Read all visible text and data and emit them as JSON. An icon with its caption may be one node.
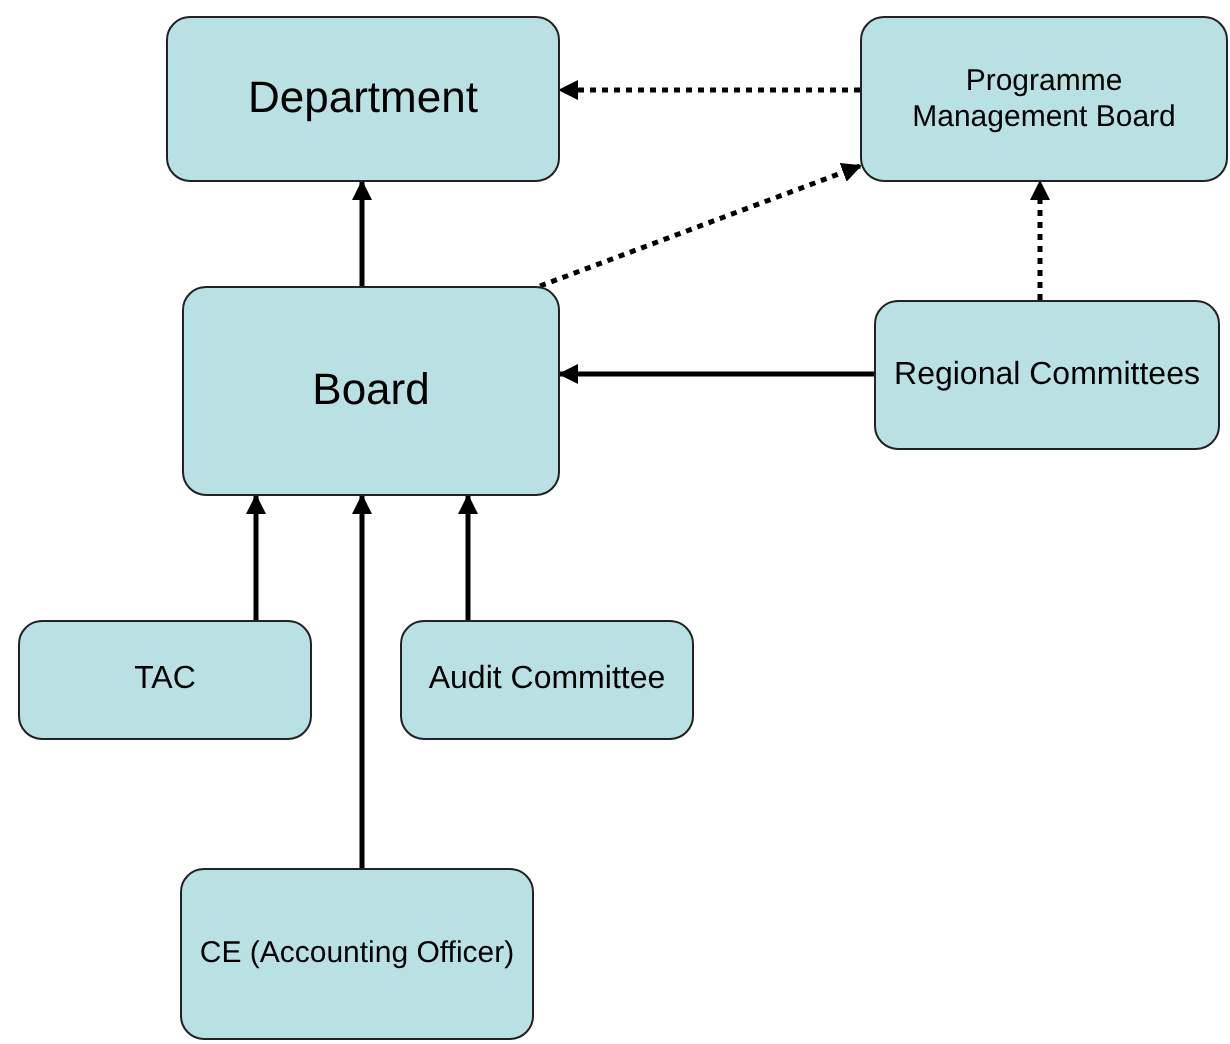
{
  "diagram": {
    "nodes": [
      {
        "text": [
          "Department"
        ]
      },
      {
        "text": [
          "Programme Management Board"
        ]
      },
      {
        "text": [
          "Board"
        ]
      },
      {
        "text": [
          "Regional Committees"
        ]
      },
      {
        "text": [
          "TAC"
        ]
      },
      {
        "text": [
          "Audit Committee"
        ]
      },
      {
        "text": [
          "CE (Accounting Officer)"
        ]
      }
    ],
    "edges": [
      {
        "from": 2,
        "to": 0,
        "arrow": "to"
      },
      {
        "from": 1,
        "to": 0,
        "arrow": "to",
        "style": "dashed"
      },
      {
        "from": 2,
        "to": 1,
        "arrow": "to",
        "style": "dashed"
      },
      {
        "from": 3,
        "to": 1,
        "arrow": "to",
        "style": "dashed"
      },
      {
        "from": 3,
        "to": 2,
        "arrow": "to"
      },
      {
        "from": 4,
        "to": 2,
        "arrow": "to"
      },
      {
        "from": 6,
        "to": 2,
        "arrow": "to"
      },
      {
        "from": 5,
        "to": 2,
        "arrow": "to"
      }
    ]
  }
}
